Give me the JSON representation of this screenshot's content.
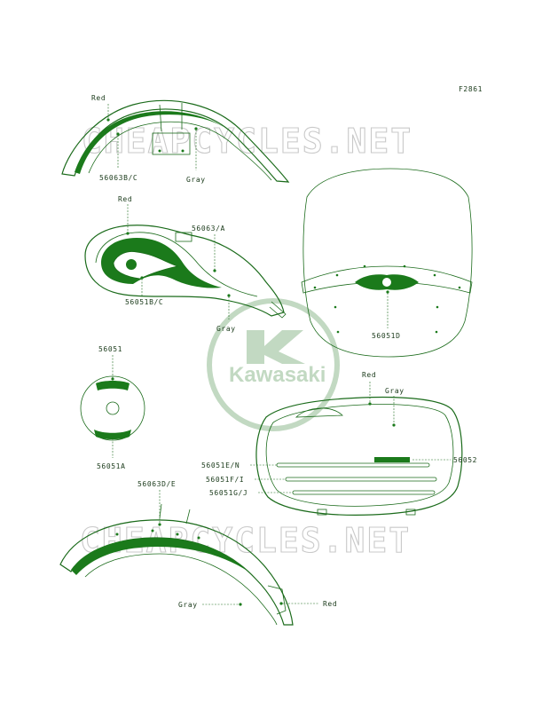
{
  "figure_id": "F2861",
  "watermark": "CHEAPCYCLES.NET",
  "logo_text": "Kawasaki",
  "colors": {
    "line": "#1b6b1b",
    "accent": "#1b7a1b",
    "watermark": "#c9c9c9",
    "logo": "#c2d9c2"
  },
  "labels": {
    "fender_front_red": "Red",
    "fender_front_part": "56063B/C",
    "fender_front_gray": "Gray",
    "tank_red": "Red",
    "tank_part_a": "56063/A",
    "tank_part_bc": "56051B/C",
    "tank_gray": "Gray",
    "windshield_part": "56051D",
    "badge_part": "56051",
    "badge_part_a": "56051A",
    "bag_red": "Red",
    "bag_gray": "Gray",
    "bag_part_56052": "56052",
    "bag_part_en": "56051E/N",
    "bag_part_fi": "56051F/I",
    "bag_part_gj": "56051G/J",
    "rear_part": "56063D/E",
    "rear_gray": "Gray",
    "rear_red": "Red"
  }
}
